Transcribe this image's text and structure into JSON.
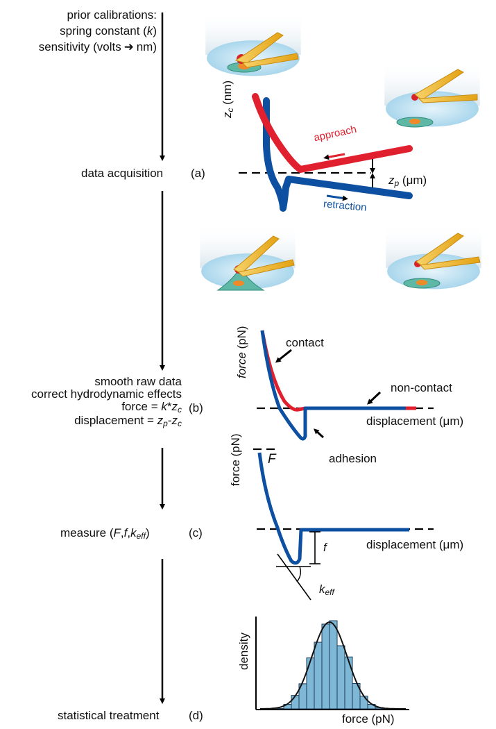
{
  "steps": {
    "calib": {
      "line1": "prior calibrations:",
      "line2_pre": "spring constant (",
      "line2_var": "k",
      "line2_post": ")",
      "line3": "sensitivity (volts",
      "line3_post": "nm)"
    },
    "acq": {
      "label": "data acquisition",
      "tag": "(a)"
    },
    "proc": {
      "line1": "smooth raw data",
      "line2": "correct hydrodynamic effects",
      "line3_pre": "force = ",
      "line3_k": "k",
      "line3_star": "*",
      "line3_z": "z",
      "line3_sub": "c",
      "line4_pre": "displacement = ",
      "line4_z1": "z",
      "line4_sub1": "p",
      "line4_dash": "-",
      "line4_z2": "z",
      "line4_sub2": "c",
      "tag": "(b)"
    },
    "measure": {
      "pre": "measure (",
      "F": "F",
      "comma1": ",",
      "f": "f",
      "comma2": ",",
      "k": "k",
      "k_sub": "eff",
      "post": ")",
      "tag": "(c)"
    },
    "stat": {
      "label": "statistical treatment",
      "tag": "(d)"
    }
  },
  "panel_a": {
    "ylabel_z": "z",
    "ylabel_sub": "c",
    "ylabel_unit": " (nm)",
    "approach": "approach",
    "retraction": "retraction",
    "zp": "z",
    "zp_sub": "p",
    "zp_unit": " (μm)"
  },
  "panel_b": {
    "ylabel_force": "force",
    "ylabel_unit": " (pN)",
    "contact": "contact",
    "noncontact": "non-contact",
    "adhesion": "adhesion",
    "xlabel": "displacement (μm)"
  },
  "panel_c": {
    "ylabel": "force (pN)",
    "F": "F",
    "f": "f",
    "k": "k",
    "k_sub": "eff",
    "xlabel": "displacement (μm)"
  },
  "panel_d": {
    "ylabel": "density",
    "xlabel": "force (pN)"
  },
  "colors": {
    "approach": "#e0202e",
    "retraction": "#0d4fa0",
    "cantilever": "#f2b31b",
    "cell": "#5fb8a6",
    "dish": "#bfe3f2",
    "hist": "#7fb8d6"
  }
}
